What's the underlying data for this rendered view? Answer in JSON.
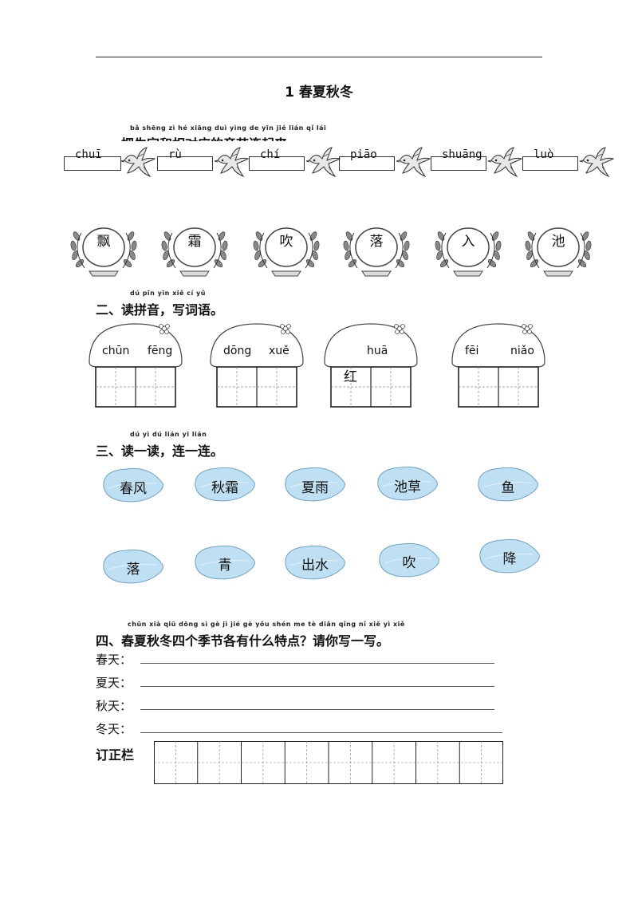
{
  "title": "1 春夏秋冬",
  "section1": {
    "pinyin": "bǎ shēng zì  hé xiāng duì yìng de  yīn jié lián qǐ lái",
    "heading": "一、把生字和相对应的音节连起来",
    "syllables": [
      "chuī",
      "rù",
      "chí",
      "piāo",
      "shuāng",
      "luò"
    ],
    "chars": [
      "飘",
      "霜",
      "吹",
      "落",
      "入",
      "池"
    ],
    "icons": {
      "bird": "bird-icon",
      "wreath": "laurel-wreath-icon"
    }
  },
  "section2": {
    "pinyin": "dú pīn yīn   xiě cí yǔ",
    "heading": "二、读拼音，写词语。",
    "huts": [
      {
        "py": [
          "chūn",
          "fēng"
        ],
        "chars": [
          "",
          ""
        ]
      },
      {
        "py": [
          "dōng",
          "xuě"
        ],
        "chars": [
          "",
          ""
        ]
      },
      {
        "py": [
          "",
          "huā"
        ],
        "chars": [
          "红",
          ""
        ]
      },
      {
        "py": [
          "fēi",
          "niǎo"
        ],
        "chars": [
          "",
          ""
        ]
      }
    ]
  },
  "section3": {
    "pinyin": "dú yì dú   lián yi lián",
    "heading": "三、读一读，连一连。",
    "top": [
      "春风",
      "秋霜",
      "夏雨",
      "池草",
      "鱼"
    ],
    "bottom": [
      "落",
      "青",
      "出水",
      "吹",
      "降"
    ],
    "leaf_color": "#bfe0f2"
  },
  "section4": {
    "pinyin": "chūn xià qiū dōng sì  gè  jì  jié  gè  yǒu shén me  tè diǎn   qǐng nǐ  xiě  yì  xiě",
    "heading": "四、春夏秋冬四个季节各有什么特点？请你写一写。",
    "lines": [
      "春天：",
      "夏天：",
      "秋天：",
      "冬天："
    ]
  },
  "correction": {
    "label": "订正栏"
  }
}
